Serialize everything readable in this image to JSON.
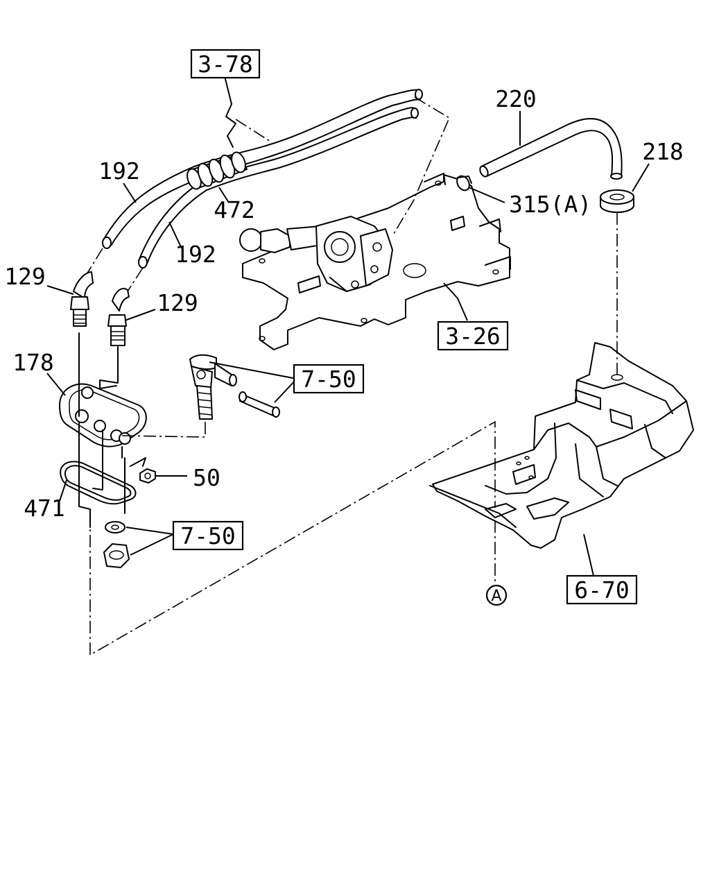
{
  "callouts": {
    "p220": "220",
    "p218": "218",
    "p315": "315(A)",
    "p192a": "192",
    "p192b": "192",
    "p472": "472",
    "p129a": "129",
    "p129b": "129",
    "p178": "178",
    "p50": "50",
    "p471": "471"
  },
  "references": {
    "r378": "3-78",
    "r326": "3-26",
    "r750a": "7-50",
    "r750b": "7-50",
    "r670": "6-70"
  },
  "marker": {
    "a": "A"
  }
}
